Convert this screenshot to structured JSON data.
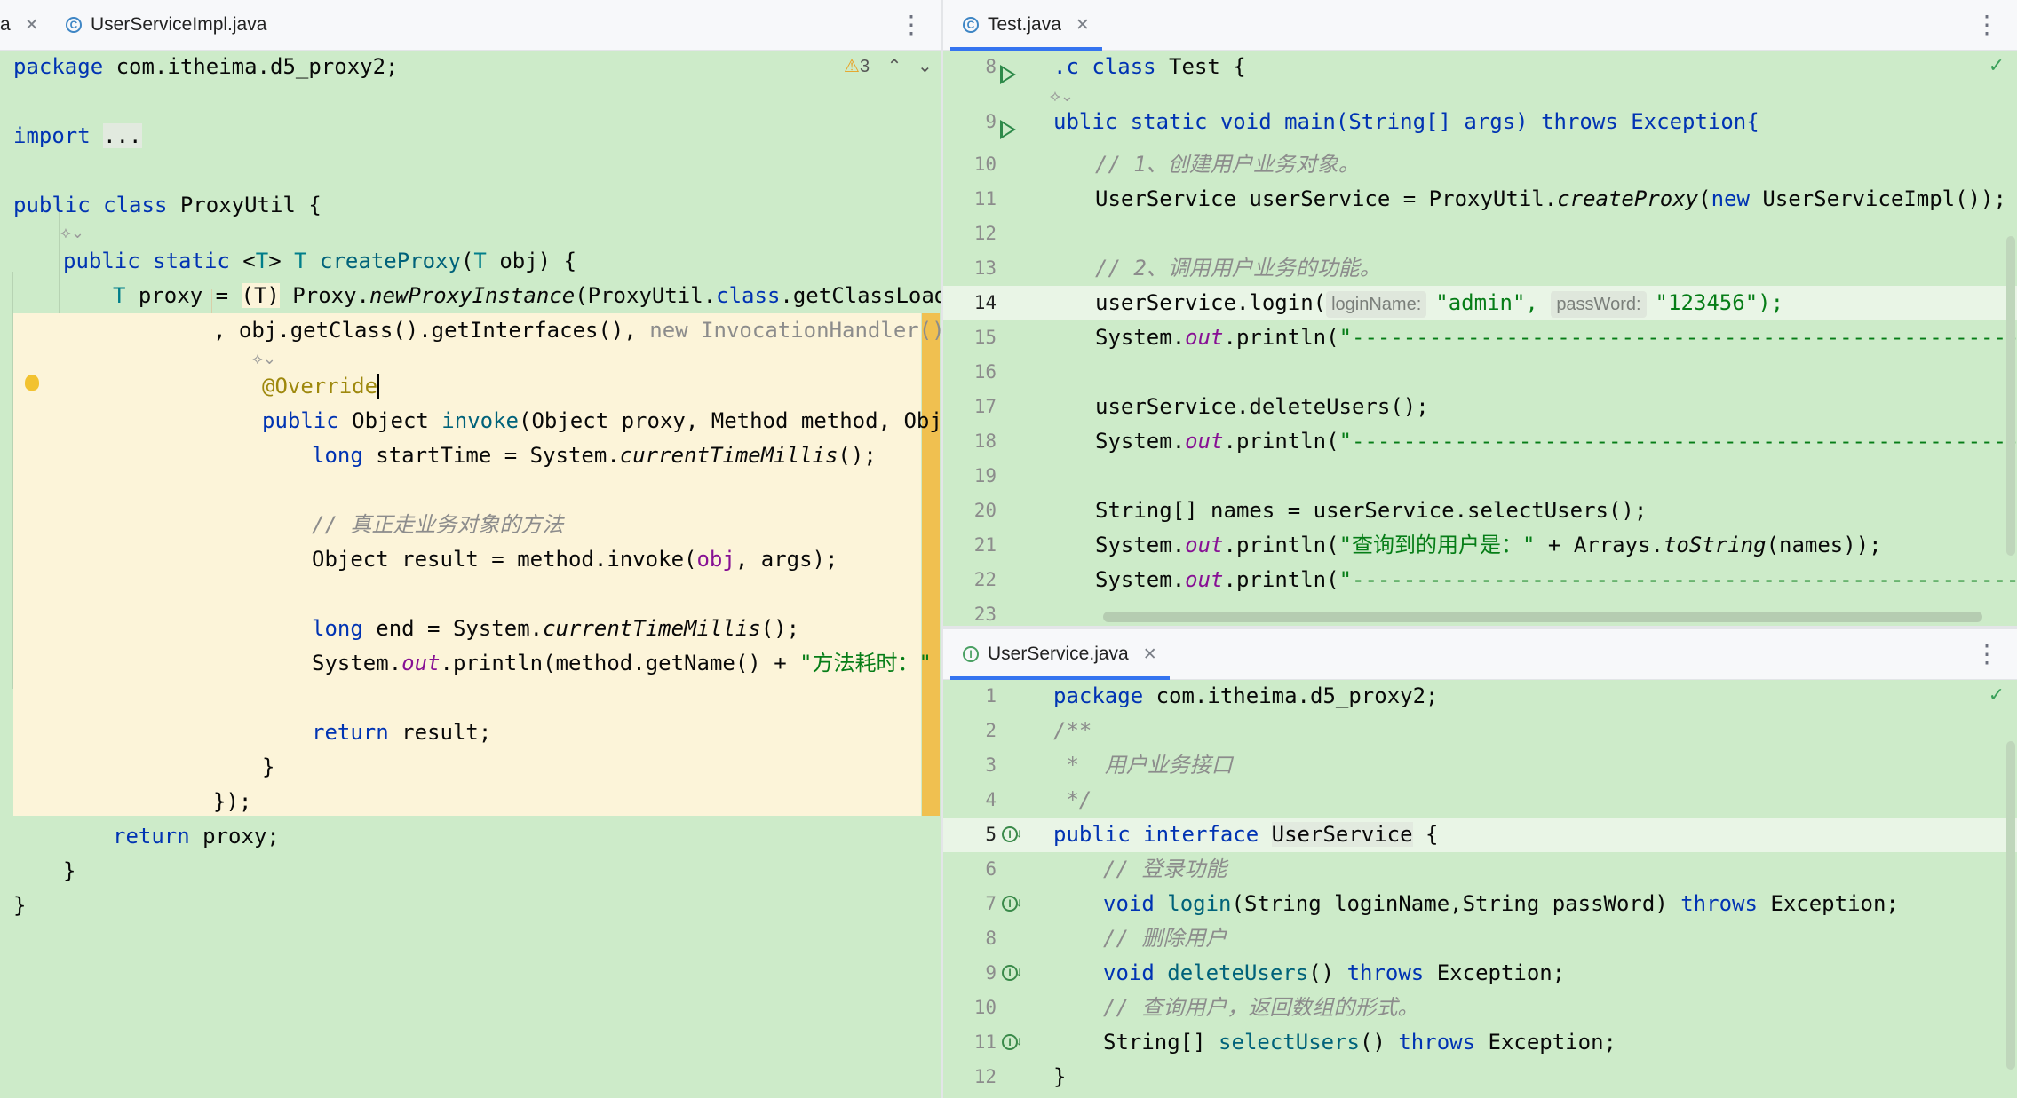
{
  "left_pane": {
    "tabs": [
      {
        "label": "a",
        "icon": "close-icon"
      },
      {
        "label": "UserServiceImpl.java",
        "icon": "class-icon"
      }
    ],
    "warnings": "3",
    "lines": [
      "package com.itheima.d5_proxy2;",
      "import ...",
      "public class ProxyUtil {",
      "public static <T> T createProxy(T obj) {",
      "T proxy = (T) Proxy.newProxyInstance(ProxyUtil.class.getClassLoader",
      ", obj.getClass().getInterfaces(), new InvocationHandler()",
      "@Override",
      "public Object invoke(Object proxy, Method method, Obj",
      "long startTime = System.currentTimeMillis();",
      "// 真正走业务对象的方法",
      "Object result = method.invoke(obj, args);",
      "long end = System.currentTimeMillis();",
      "System.out.println(method.getName() + \"方法耗时：\" +",
      "return result;",
      "}",
      "});",
      "return proxy;",
      "}",
      "}"
    ]
  },
  "top_right_pane": {
    "tab": {
      "label": "Test.java",
      "icon": "class-icon"
    },
    "line_numbers": [
      "8",
      "9",
      "10",
      "11",
      "12",
      "13",
      "14",
      "15",
      "16",
      "17",
      "18",
      "19",
      "20",
      "21",
      "22",
      "23"
    ],
    "lines": {
      "l8": ".c class Test {",
      "l9": "ublic static void main(String[] args) throws Exception{",
      "l10": "// 1、创建用户业务对象。",
      "l11": "UserService userService = ProxyUtil.createProxy(new UserServiceImpl());",
      "l13": "// 2、调用用户业务的功能。",
      "l14_pre": "userService.login(",
      "l14_hint1": "loginName:",
      "l14_arg1": "\"admin\",",
      "l14_hint2": "passWord:",
      "l14_arg2": "\"123456\");",
      "l15": "System.out.println(\"--------------------------------------------------------\");",
      "l17": "userService.deleteUsers();",
      "l18": "System.out.println(\"--------------------------------------------------------\");",
      "l20": "String[] names = userService.selectUsers();",
      "l21_pre": "System.out.println(",
      "l21_str": "\"查询到的用户是：\"",
      "l21_post": " + Arrays.toString(names));",
      "l22": "System.out.println(\"--------------------------------------------------------\");"
    }
  },
  "bottom_right_pane": {
    "tab": {
      "label": "UserService.java",
      "icon": "interface-icon"
    },
    "line_numbers": [
      "1",
      "2",
      "3",
      "4",
      "5",
      "6",
      "7",
      "8",
      "9",
      "10",
      "11",
      "12"
    ],
    "lines": {
      "l1": "package com.itheima.d5_proxy2;",
      "l2": "/**",
      "l3": " *  用户业务接口",
      "l4": " */",
      "l5": "public interface UserService {",
      "l6": "// 登录功能",
      "l7": "void login(String loginName,String passWord) throws Exception;",
      "l8": "// 删除用户",
      "l9": "void deleteUsers() throws Exception;",
      "l10": "// 查询用户，返回数组的形式。",
      "l11": "String[] selectUsers() throws Exception;",
      "l12": "}"
    }
  },
  "colors": {
    "editor_bg": "#cdebc9",
    "keyword": "#0033b3",
    "string": "#067d17",
    "comment": "#8c8c8c",
    "current_line": "#e9f5e6",
    "warning_block": "#fcf4d9"
  }
}
